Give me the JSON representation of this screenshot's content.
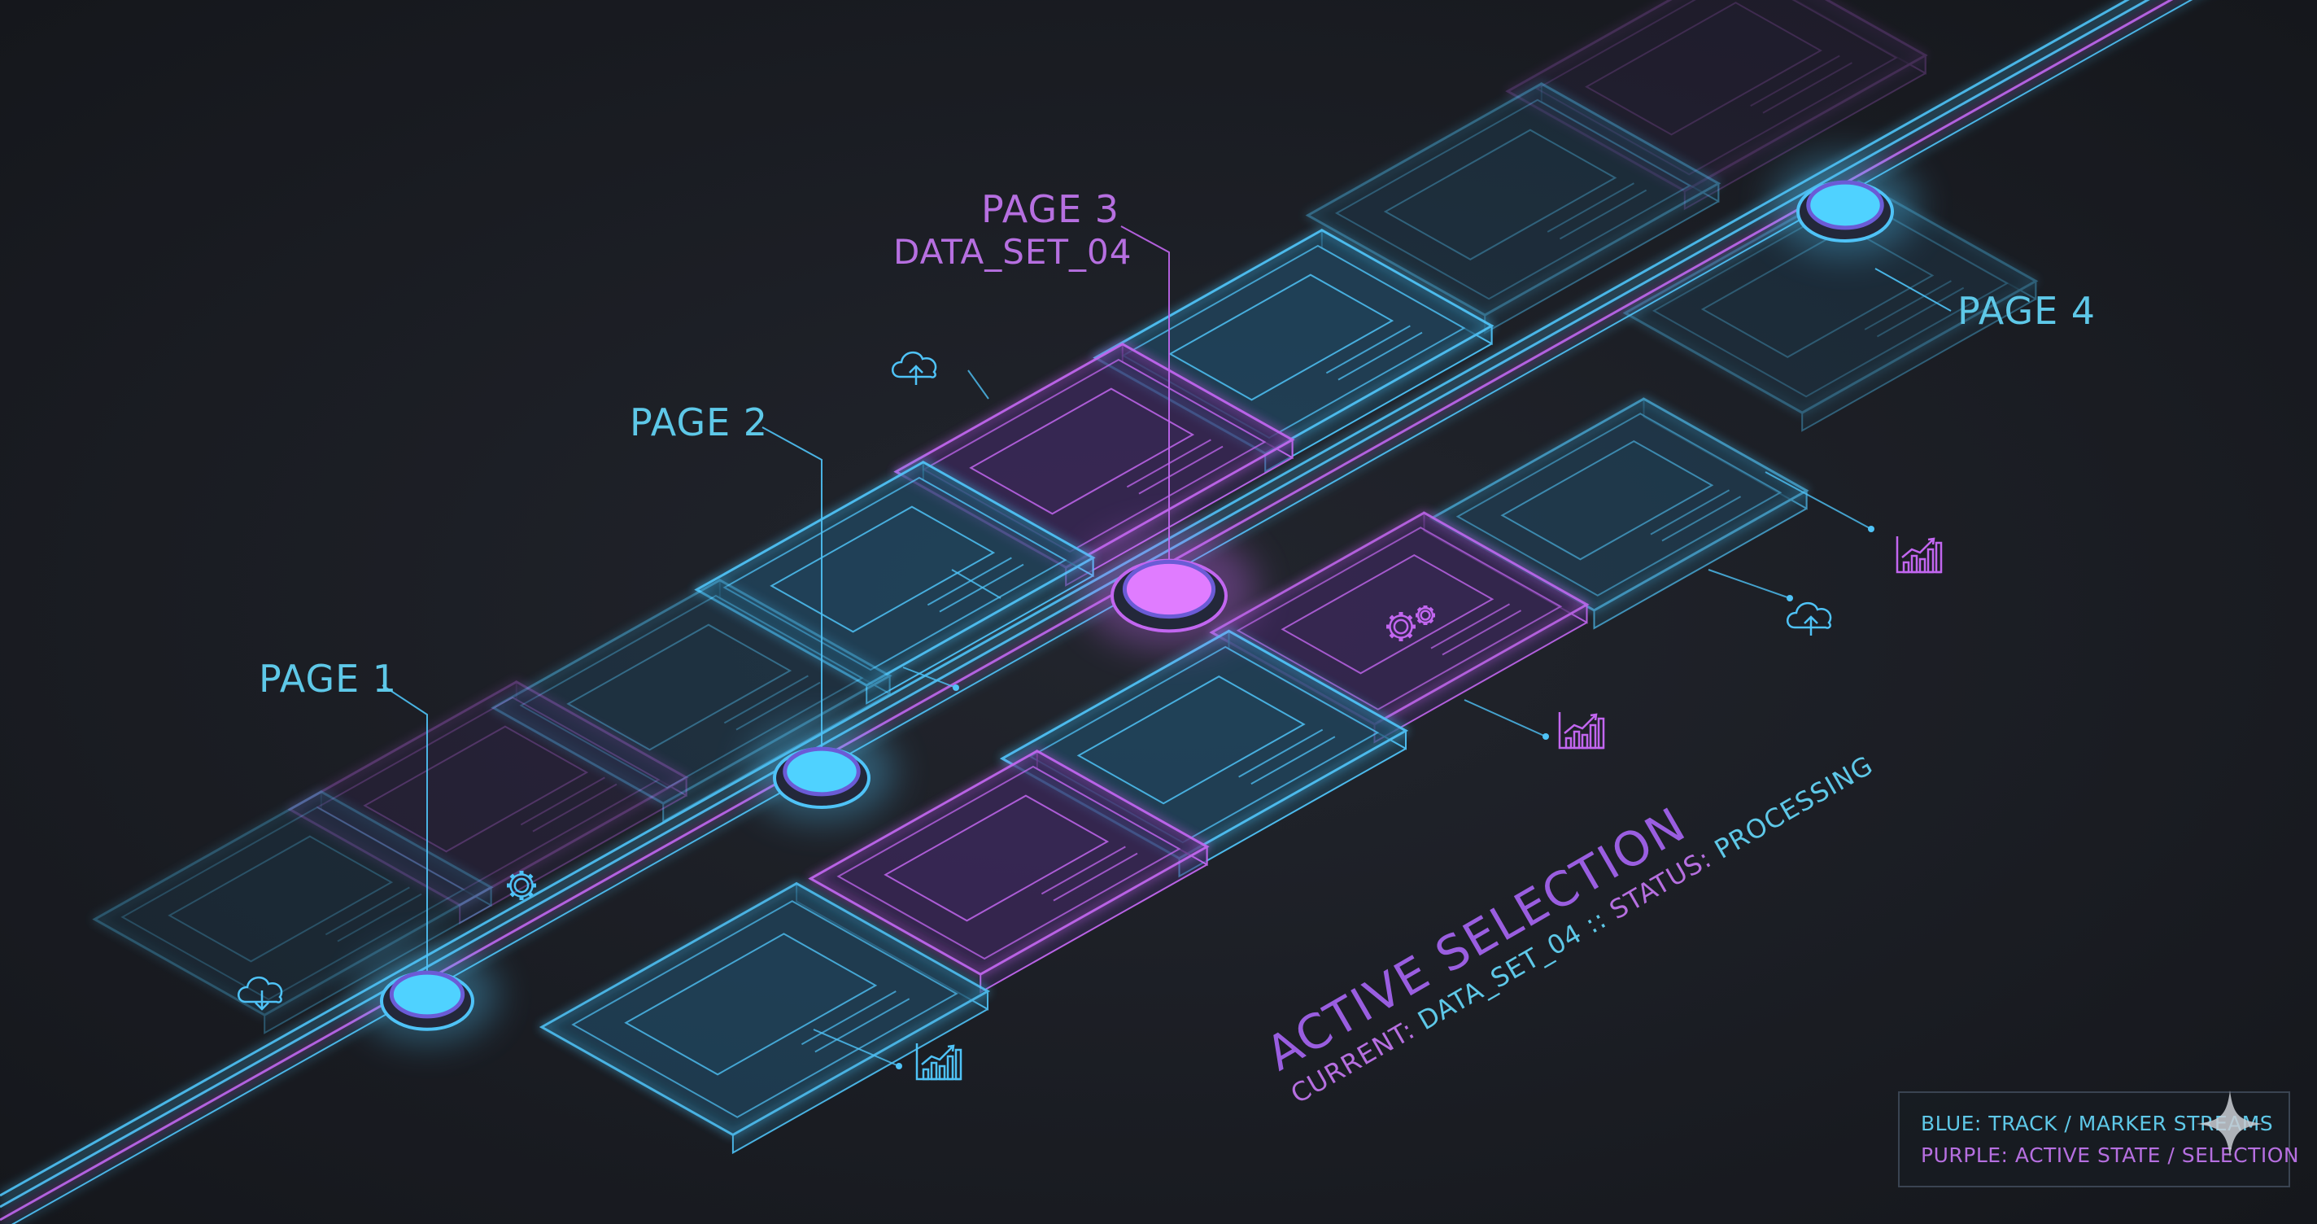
{
  "pages": [
    {
      "id": "page1",
      "label": "PAGE 1",
      "sublabel": "",
      "state": "track"
    },
    {
      "id": "page2",
      "label": "PAGE 2",
      "sublabel": "",
      "state": "track"
    },
    {
      "id": "page3",
      "label": "PAGE 3",
      "sublabel": "DATA_SET_04",
      "state": "active"
    },
    {
      "id": "page4",
      "label": "PAGE 4",
      "sublabel": "",
      "state": "track"
    }
  ],
  "status": {
    "title": "ACTIVE SELECTION",
    "current_prefix": "CURRENT: ",
    "current_value": "DATA_SET_04",
    "separator": " :: ",
    "status_prefix": "STATUS: ",
    "status_value": "PROCESSING"
  },
  "legend": {
    "blue": "BLUE: TRACK / MARKER STREAMS",
    "purple": "PURPLE: ACTIVE STATE / SELECTION"
  },
  "colors": {
    "background": "#1a1c22",
    "track_blue": "#4fc3f7",
    "active_purple": "#c266f0",
    "tile_blue_fill": "#1f4a63",
    "tile_purple_fill": "#3d2a5e"
  },
  "icons": [
    "cloud-download-icon",
    "cloud-upload-icon",
    "gear-icon",
    "gears-icon",
    "bar-chart-icon",
    "cloud-sync-icon"
  ]
}
